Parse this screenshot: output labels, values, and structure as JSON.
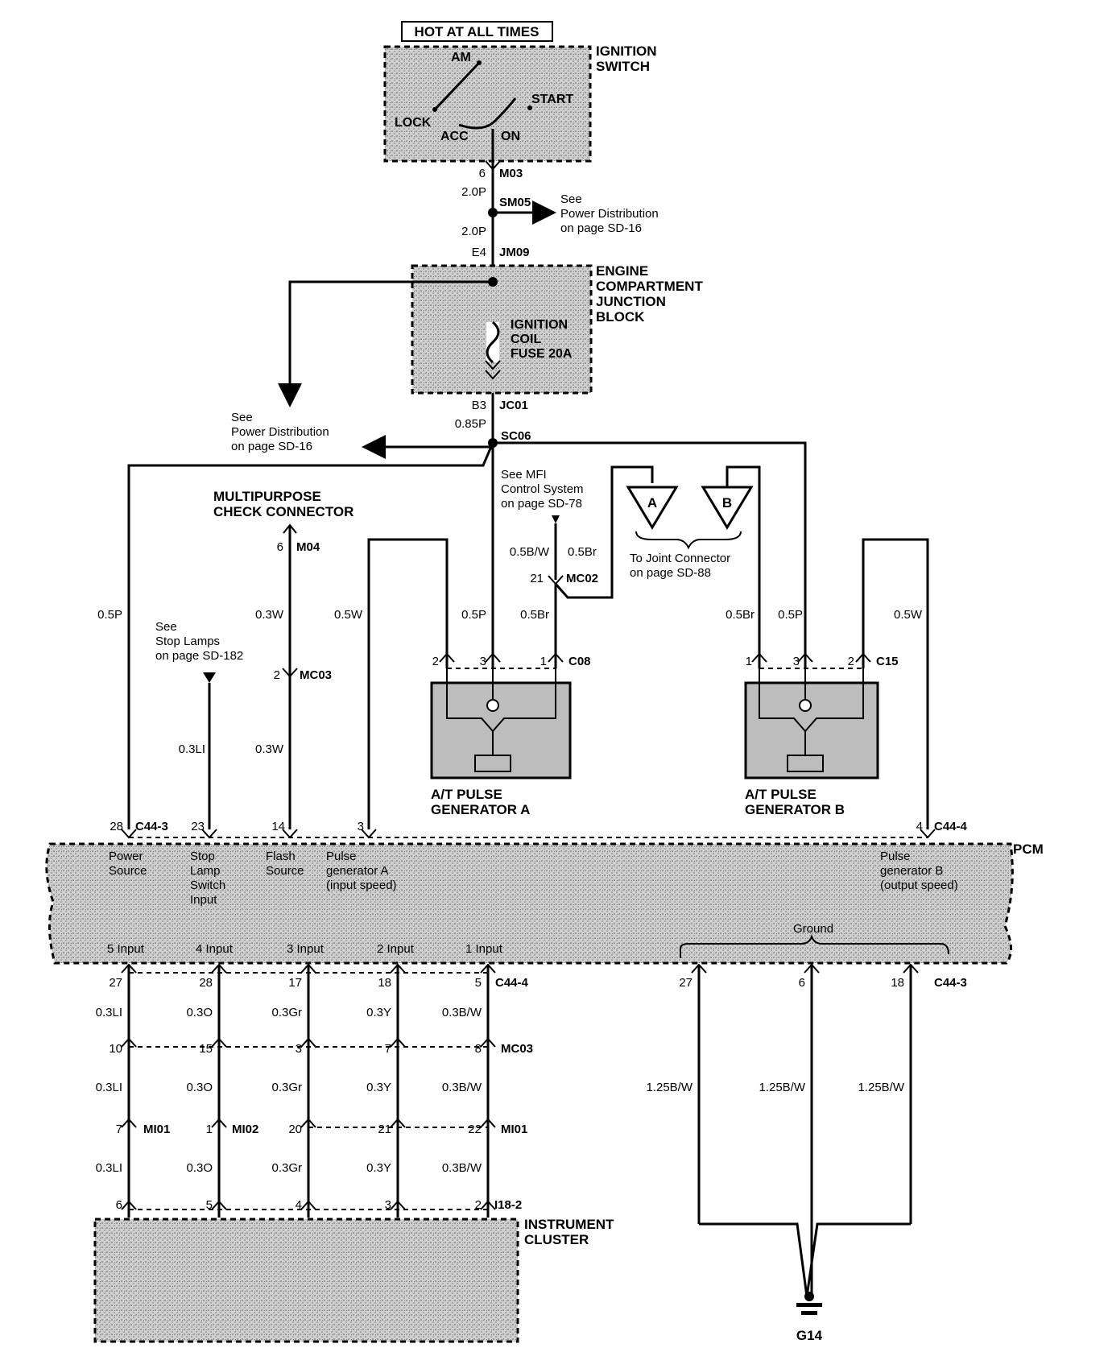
{
  "hot_at_all_times": "HOT AT ALL TIMES",
  "ignition_switch": {
    "title1": "IGNITION",
    "title2": "SWITCH",
    "positions": {
      "am": "AM",
      "lock": "LOCK",
      "acc": "ACC",
      "on": "ON",
      "start": "START"
    }
  },
  "wire_top": {
    "pin": "6",
    "conn": "M03",
    "g1": "2.0P",
    "splice": "SM05",
    "see_right": [
      "See",
      "Power Distribution",
      "on page SD-16"
    ],
    "g2": "2.0P",
    "pin2": "E4",
    "conn2": "JM09"
  },
  "ecjb": {
    "title": [
      "ENGINE",
      "COMPARTMENT",
      "JUNCTION",
      "BLOCK"
    ],
    "fuse": [
      "IGNITION",
      "COIL",
      "FUSE 20A"
    ],
    "pin": "B3",
    "conn": "JC01"
  },
  "sc06": {
    "gauge": "0.85P",
    "splice": "SC06",
    "see_left": [
      "See",
      "Power Distribution",
      "on page SD-16"
    ]
  },
  "mfi_ref": [
    "See MFI",
    "Control System",
    "on page SD-78"
  ],
  "joint": {
    "a": "A",
    "b": "B",
    "text": [
      "To Joint Connector",
      "on page SD-88"
    ]
  },
  "mpcc": {
    "title": [
      "MULTIPURPOSE",
      "CHECK CONNECTOR"
    ],
    "pin": "6",
    "conn": "M04"
  },
  "stop_ref": [
    "See",
    "Stop Lamps",
    "on page SD-182"
  ],
  "wires_mid": {
    "power": "0.5P",
    "mpc_w": "0.3W",
    "pga_w": "0.5W",
    "mc03_pin": "2",
    "mc03": "MC03",
    "stop_li": "0.3LI",
    "mpc_w2": "0.3W",
    "mc02_bw": "0.5B/W",
    "mc02_br": "0.5Br",
    "mc02_pin": "21",
    "mc02": "MC02",
    "c08_p": "0.5P",
    "c08_br": "0.5Br",
    "c15_br": "0.5Br",
    "c15_p": "0.5P",
    "c15_w": "0.5W"
  },
  "c08": {
    "pins": [
      "2",
      "3",
      "1"
    ],
    "conn": "C08"
  },
  "c15": {
    "pins": [
      "1",
      "3",
      "2"
    ],
    "conn": "C15"
  },
  "pg_a": [
    "A/T PULSE",
    "GENERATOR A"
  ],
  "pg_b": [
    "A/T PULSE",
    "GENERATOR B"
  ],
  "pcm": {
    "label": "PCM",
    "top_pins": [
      {
        "pin": "28",
        "conn": "C44-3"
      },
      {
        "pin": "23",
        "conn": ""
      },
      {
        "pin": "14",
        "conn": ""
      },
      {
        "pin": "3",
        "conn": ""
      },
      {
        "pin": "4",
        "conn": "C44-4"
      }
    ],
    "inputs_top": [
      [
        "Power",
        "Source"
      ],
      [
        "Stop",
        "Lamp",
        "Switch",
        "Input"
      ],
      [
        "Flash",
        "Source"
      ],
      [
        "Pulse",
        "generator A",
        "(input speed)"
      ],
      [
        "Pulse",
        "generator B",
        "(output speed)"
      ]
    ],
    "inputs_bottom": [
      "5 Input",
      "4 Input",
      "3 Input",
      "2 Input",
      "1 Input"
    ],
    "ground": "Ground"
  },
  "bottom_pins": [
    {
      "pcm_pin": "27",
      "g1": "0.3LI",
      "mc03": "10",
      "g2": "0.3LI",
      "mi": "7",
      "g3": "0.3LI",
      "ic": "6"
    },
    {
      "pcm_pin": "28",
      "g1": "0.3O",
      "mc03": "15",
      "g2": "0.3O",
      "mi": "1",
      "g3": "0.3O",
      "ic": "5"
    },
    {
      "pcm_pin": "17",
      "g1": "0.3Gr",
      "mc03": "3",
      "g2": "0.3Gr",
      "mi": "20",
      "g3": "0.3Gr",
      "ic": "4"
    },
    {
      "pcm_pin": "18",
      "g1": "0.3Y",
      "mc03": "7",
      "g2": "0.3Y",
      "mi": "21",
      "g3": "0.3Y",
      "ic": "3"
    },
    {
      "pcm_pin": "5",
      "g1": "0.3B/W",
      "mc03": "8",
      "g2": "0.3B/W",
      "mi": "22",
      "g3": "0.3B/W",
      "ic": "2"
    }
  ],
  "bottom_conns": {
    "c44_4": "C44-4",
    "mc03": "MC03",
    "mi01": "MI01",
    "mi02": "MI02",
    "mi01b": "MI01",
    "i18": "I18-2"
  },
  "ground_pins": [
    {
      "pin": "27",
      "gauge": "1.25B/W"
    },
    {
      "pin": "6",
      "gauge": "1.25B/W"
    },
    {
      "pin": "18",
      "gauge": "1.25B/W"
    }
  ],
  "ground_conn": "C44-3",
  "ground_point": "G14",
  "cluster": [
    "INSTRUMENT",
    "CLUSTER"
  ]
}
